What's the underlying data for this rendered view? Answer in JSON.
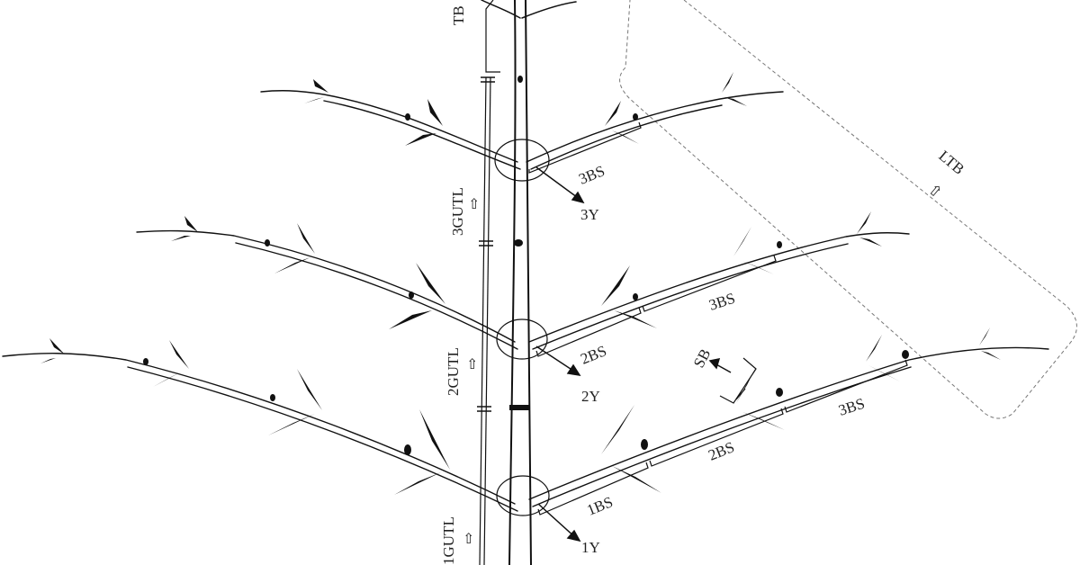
{
  "labels": {
    "tb": "TB",
    "ltb": "LTB",
    "gutl1": "1GUTL",
    "gutl2": "2GUTL",
    "gutl3": "3GUTL",
    "y1": "1Y",
    "y2": "2Y",
    "y3": "3Y",
    "sb": "SB",
    "bs1": "1BS",
    "bs2_lower": "2BS",
    "bs3_lower": "3BS",
    "bs2_middle": "2BS",
    "bs3_middle": "3BS",
    "bs3_upper": "3BS"
  },
  "arrow_glyph": "⇧",
  "colors": {
    "ink": "#111111",
    "dashed": "#777777"
  }
}
